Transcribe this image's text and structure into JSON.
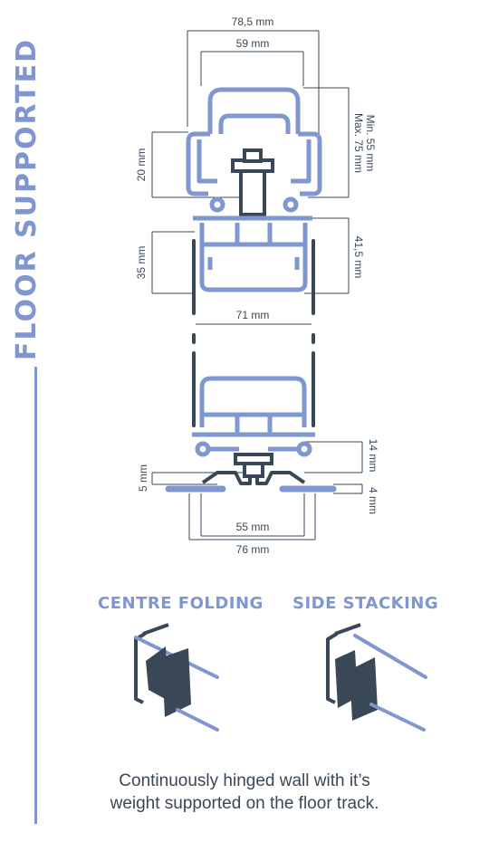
{
  "side_title": "FLOOR SUPPORTED",
  "dimensions": {
    "top_outer": "78,5 mm",
    "top_inner": "59 mm",
    "right_top_line1": "Min. 55 mm",
    "right_top_line2": "Max. 75 mm",
    "left_top": "20 mm",
    "left_mid": "35 mm",
    "right_mid": "41,5 mm",
    "panel_gap": "71 mm",
    "right_bottom": "14 mm",
    "left_bottom": "5 mm",
    "right_floor": "4 mm",
    "track_inner": "55 mm",
    "track_outer": "76 mm"
  },
  "labels": {
    "centre": "CENTRE FOLDING",
    "side": "SIDE STACKING"
  },
  "caption": {
    "line1": "Continuously hinged wall with it’s",
    "line2": "weight supported on the floor track."
  },
  "colors": {
    "accent": "#7f96d0",
    "dark": "#3a4756"
  }
}
